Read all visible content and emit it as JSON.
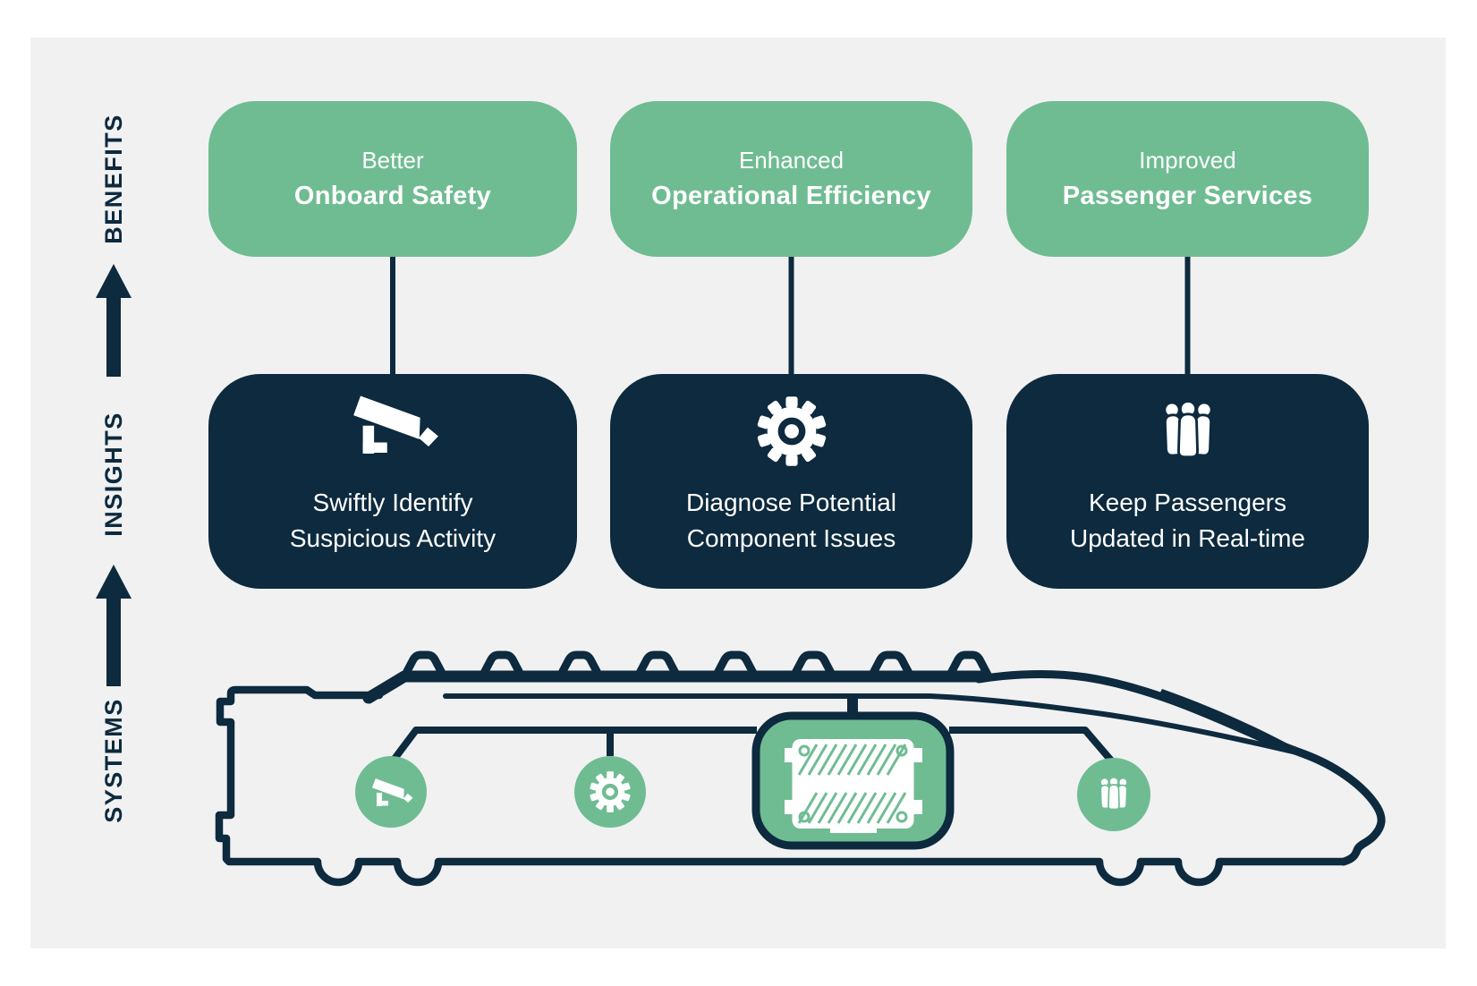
{
  "colors": {
    "navy": "#0d2a3e",
    "green": "#6fbc93",
    "panel_background": "#f1f1f2",
    "page_background": "#ffffff",
    "text_on_boxes": "#ffffff"
  },
  "sidebar": {
    "labels": [
      {
        "id": "benefits",
        "text": "BENEFITS"
      },
      {
        "id": "insights",
        "text": "INSIGHTS"
      },
      {
        "id": "systems",
        "text": "SYSTEMS"
      }
    ],
    "arrows": [
      "up-arrow-icon",
      "up-arrow-icon"
    ]
  },
  "benefits": [
    {
      "line1": "Better",
      "line2": "Onboard Safety"
    },
    {
      "line1": "Enhanced",
      "line2": "Operational Efficiency"
    },
    {
      "line1": "Improved",
      "line2": "Passenger Services"
    }
  ],
  "insights": [
    {
      "icon": "cctv-camera-icon",
      "line1": "Swiftly Identify",
      "line2": "Suspicious Activity"
    },
    {
      "icon": "gear-icon",
      "line1": "Diagnose Potential",
      "line2": "Component Issues"
    },
    {
      "icon": "passengers-icon",
      "line1": "Keep Passengers",
      "line2": "Updated in Real-time"
    }
  ],
  "systems": {
    "illustration": "high-speed-train-side-view",
    "icons": [
      "cctv-camera-icon",
      "gear-icon",
      "junction-box-icon",
      "passengers-icon"
    ]
  }
}
